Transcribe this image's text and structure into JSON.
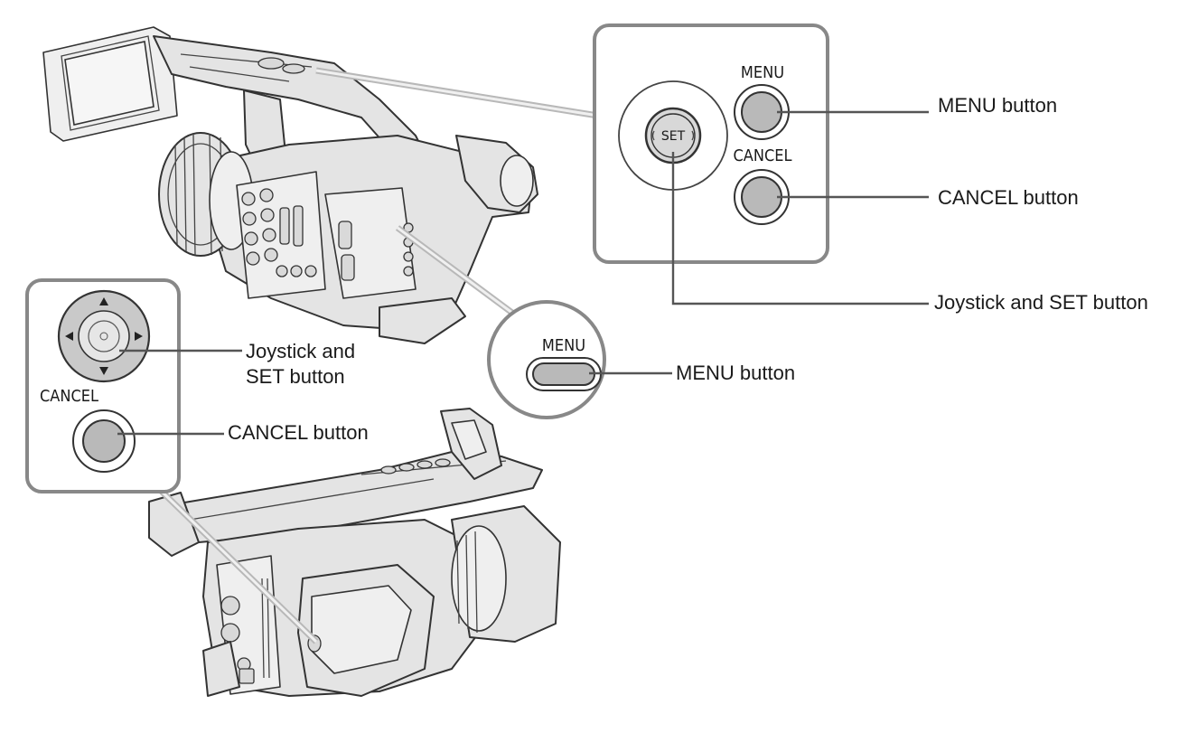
{
  "top_panel": {
    "menu_label": "MENU",
    "cancel_label": "CANCEL",
    "set_label": "SET"
  },
  "side_panel": {
    "cancel_label": "CANCEL"
  },
  "bubble": {
    "menu_label": "MENU"
  },
  "callouts": {
    "menu_button_top": "MENU button",
    "cancel_button_top": "CANCEL button",
    "joystick_set_top": "Joystick and SET button",
    "joystick_set_side_line1": "Joystick and",
    "joystick_set_side_line2": "SET button",
    "cancel_button_side": "CANCEL button",
    "menu_button_bubble": "MENU button"
  }
}
